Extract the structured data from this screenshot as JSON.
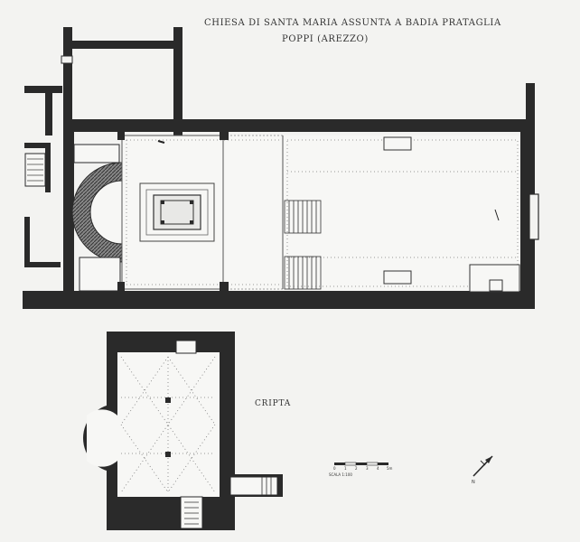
{
  "title": {
    "line1": "CHIESA DI SANTA MARIA ASSUNTA A BADIA PRATAGLIA",
    "line2": "POPPI (AREZZO)"
  },
  "crypt_label": "CRIPTA",
  "scale": {
    "ticks": [
      "0",
      "1",
      "2",
      "3",
      "4",
      "5m"
    ],
    "caption": "SCALA 1:100"
  },
  "compass": {
    "label": "N"
  },
  "colors": {
    "wall": "#2a2a2a",
    "background": "#f3f3f1",
    "floor": "#f7f7f5",
    "dotted": "#7a7a7a"
  }
}
